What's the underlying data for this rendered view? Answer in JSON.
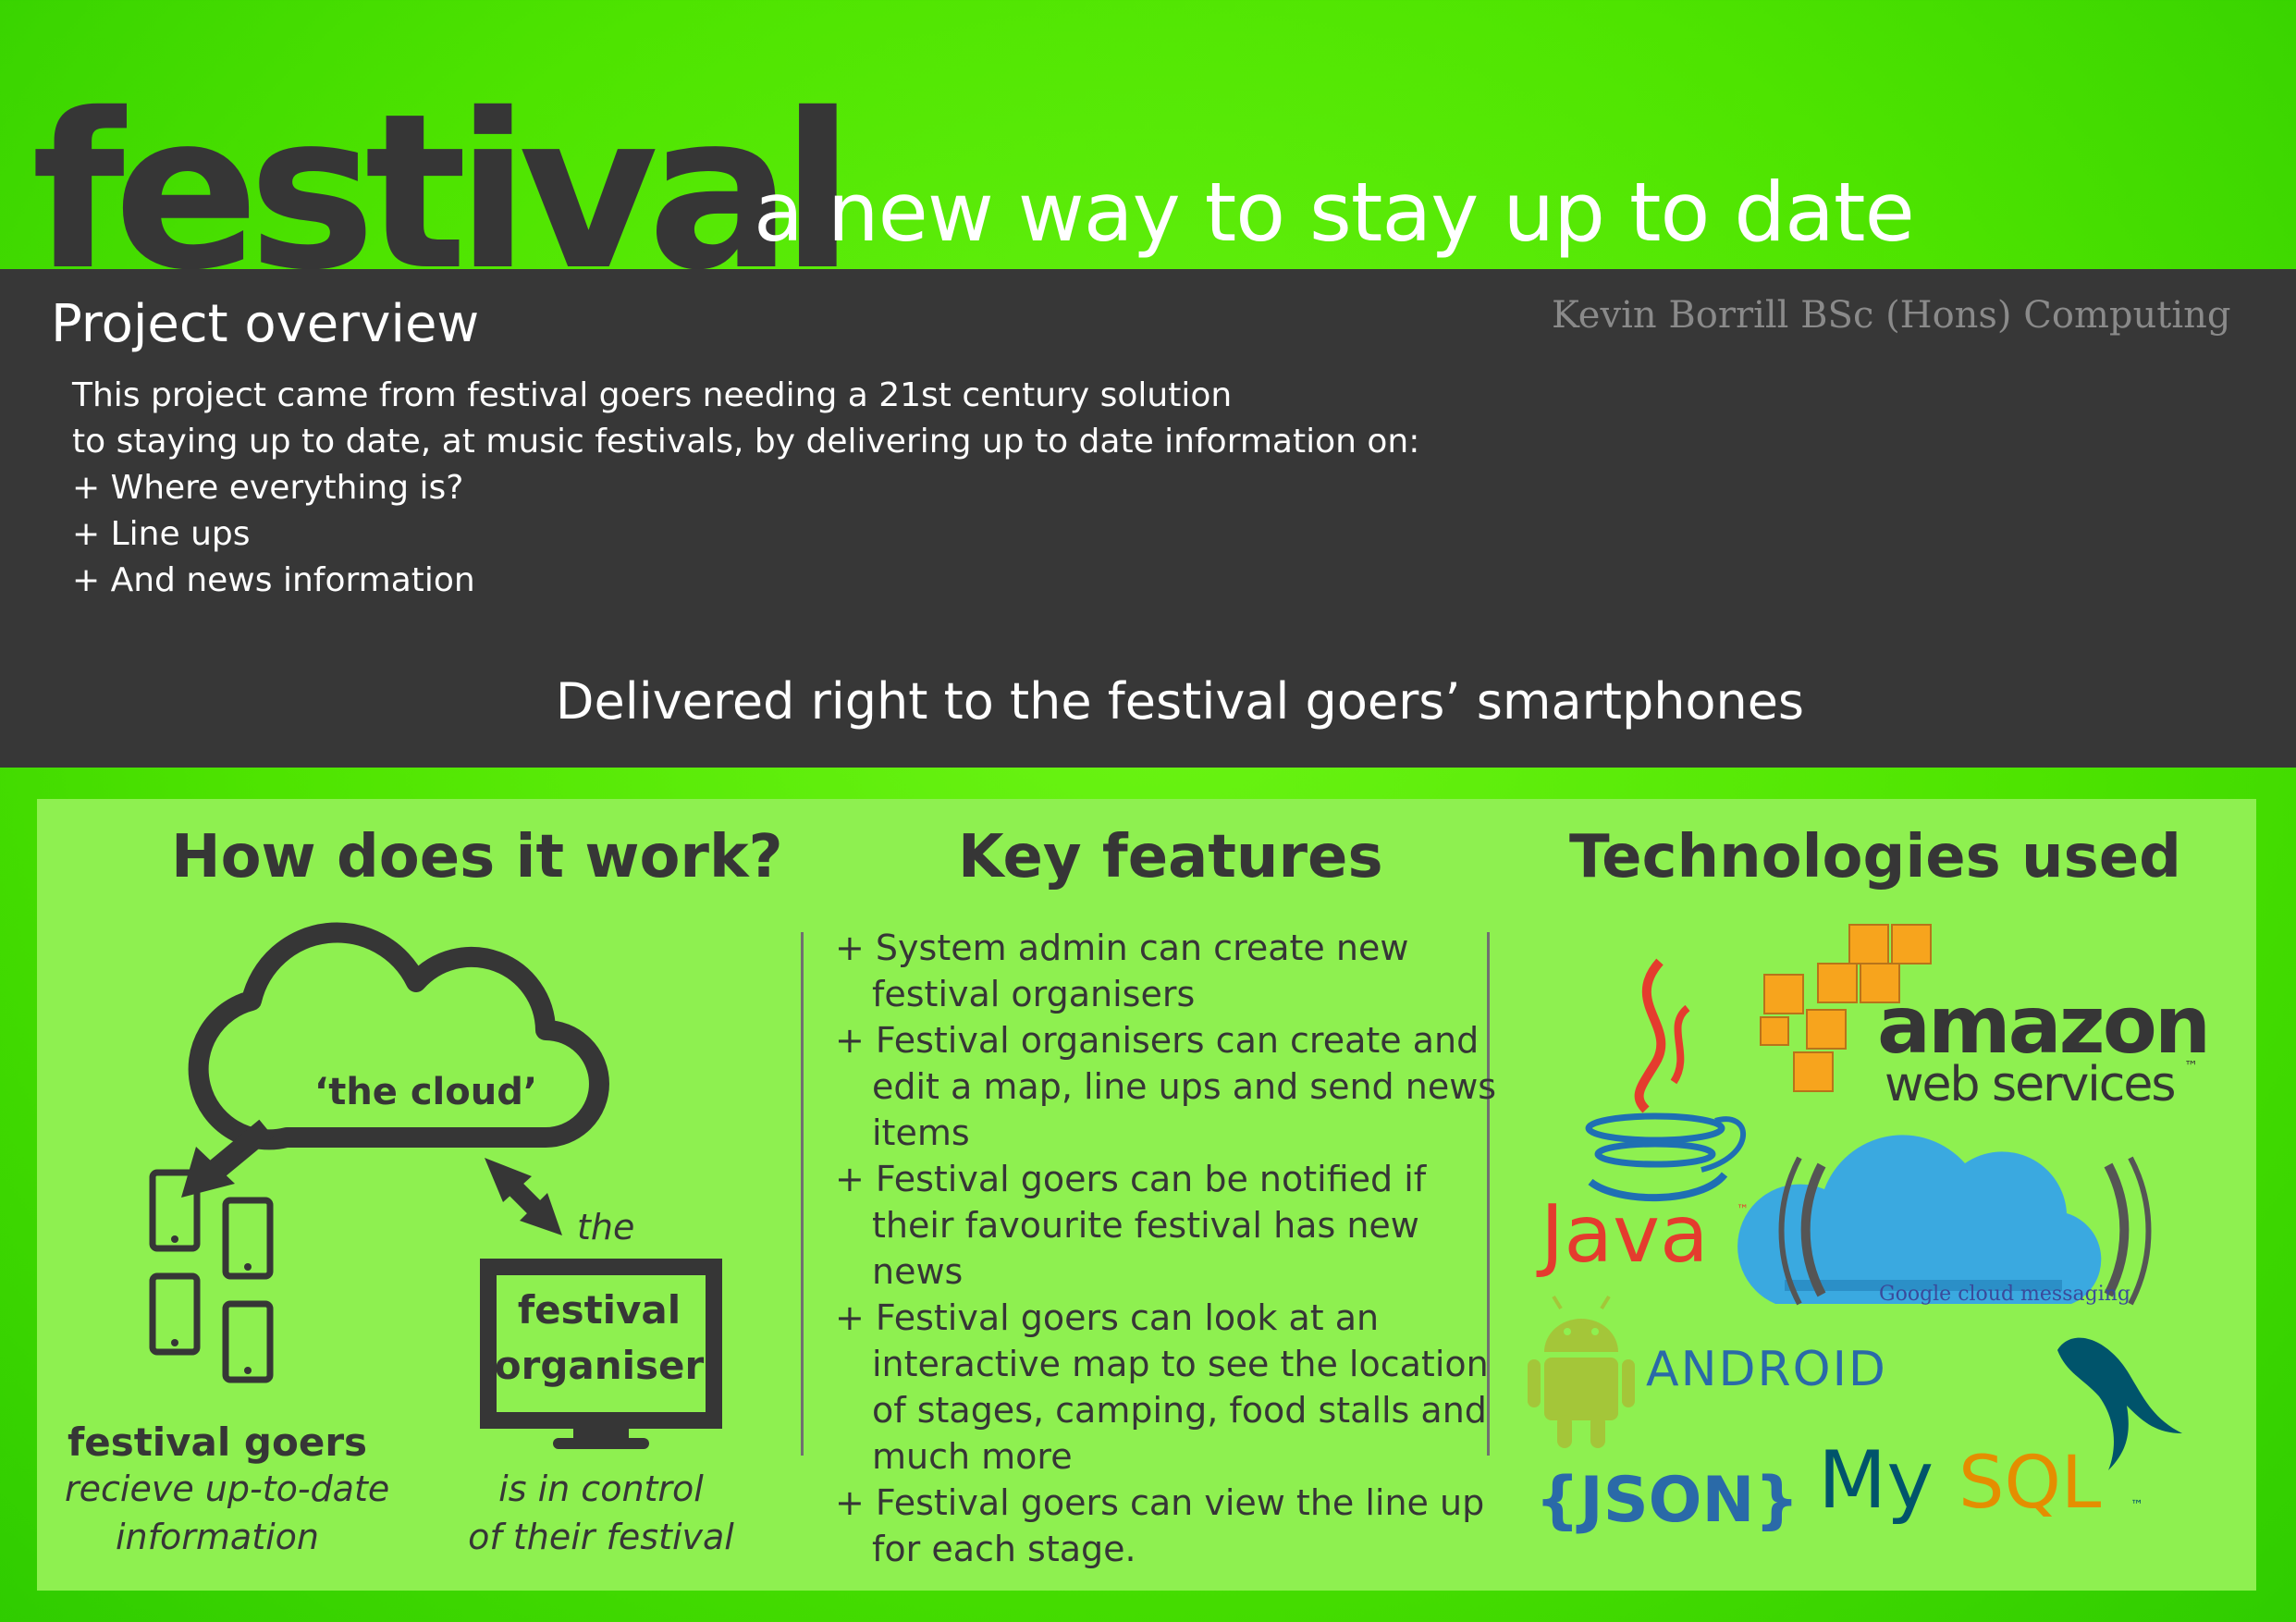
{
  "header": {
    "title": "festival",
    "tagline": "a new way to stay up to date",
    "author": "Kevin Borrill BSc (Hons) Computing"
  },
  "overview": {
    "heading": "Project overview",
    "lines": [
      "This project came from festival goers needing a 21st century solution",
      "to staying up to date, at music festivals, by delivering up to date information on:",
      "+ Where everything is?",
      "+ Line ups",
      "+ And news information"
    ],
    "delivered": "Delivered right to the festival goers’ smartphones"
  },
  "how": {
    "heading": "How does it work?",
    "cloud_label": "‘the cloud’",
    "goers_title": "festival goers",
    "goers_line1": "recieve up-to-date",
    "goers_line2": "information",
    "the_label": "the",
    "organiser_line1": "festival",
    "organiser_line2": "organiser",
    "control_line1": "is in control",
    "control_line2": "of their festival"
  },
  "features": {
    "heading": "Key features",
    "items": [
      "+ System admin can create new festival organisers",
      "+ Festival organisers can create and edit a map, line ups and send news items",
      "+ Festival goers can be notified if their favourite festival has new news",
      "+ Festival goers can look at an interactive map to see the location of stages, camping, food stalls and much more",
      "+ Festival goers can view the line up for each stage."
    ]
  },
  "tech": {
    "heading": "Technologies used",
    "java": "Java",
    "amazon": "amazon",
    "webservices": "web services",
    "gcm_google": "Google",
    "gcm_rest": " cloud messaging",
    "android": "ANDROID",
    "json": "{JSON}",
    "mysql_my": "My",
    "mysql_sql": "SQL",
    "tm": "™"
  },
  "colors": {
    "background": "#4ee400",
    "dark": "#373737",
    "panel": "#8ef050",
    "java_red": "#e43c2e",
    "java_blue": "#1f6fb3",
    "aws_orange": "#f7a41d",
    "gcm_blue": "#3aa9e0",
    "android_green": "#a4c639",
    "json_blue": "#2a6aa8",
    "mysql_blue": "#00546b",
    "mysql_orange": "#e48e00"
  }
}
